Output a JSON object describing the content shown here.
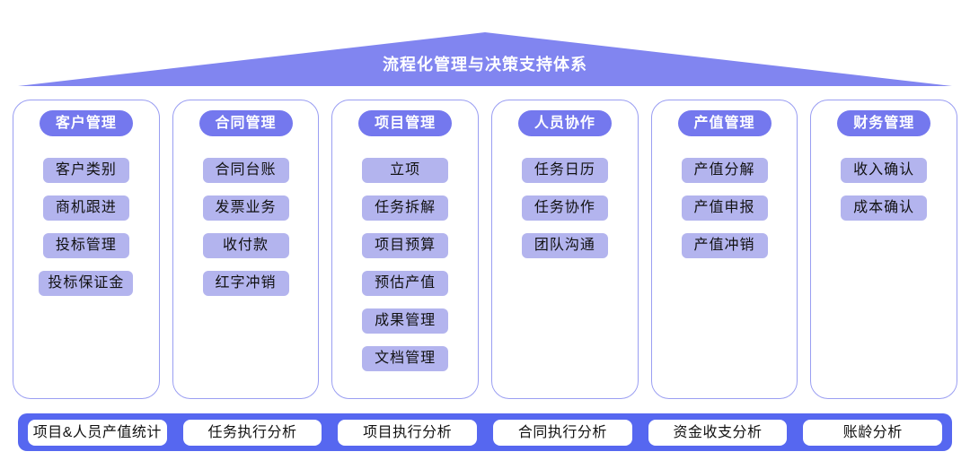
{
  "title": "流程化管理与决策支持体系",
  "columns": [
    {
      "header": "客户管理",
      "items": [
        "客户类别",
        "商机跟进",
        "投标管理",
        "投标保证金"
      ]
    },
    {
      "header": "合同管理",
      "items": [
        "合同台账",
        "发票业务",
        "收付款",
        "红字冲销"
      ]
    },
    {
      "header": "项目管理",
      "items": [
        "立项",
        "任务拆解",
        "项目预算",
        "预估产值",
        "成果管理",
        "文档管理"
      ]
    },
    {
      "header": "人员协作",
      "items": [
        "任务日历",
        "任务协作",
        "团队沟通"
      ]
    },
    {
      "header": "产值管理",
      "items": [
        "产值分解",
        "产值申报",
        "产值冲销"
      ]
    },
    {
      "header": "财务管理",
      "items": [
        "收入确认",
        "成本确认"
      ]
    }
  ],
  "footer": {
    "items": [
      "项目&人员产值统计",
      "任务执行分析",
      "项目执行分析",
      "合同执行分析",
      "资金收支分析",
      "账龄分析"
    ]
  },
  "colors": {
    "roof": "#8185f0",
    "header_pill": "#7478ee",
    "item_pill": "#b3b4ee",
    "footer_bar": "#5667f0",
    "column_border": "#9a9ef2",
    "title_text": "#ffffff",
    "item_text": "#111111"
  }
}
